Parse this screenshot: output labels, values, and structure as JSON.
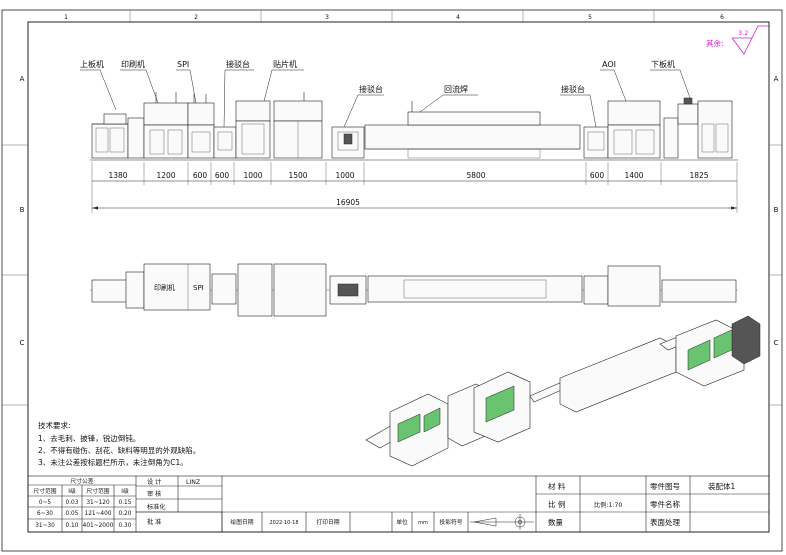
{
  "border": {
    "col_numbers": [
      "1",
      "2",
      "3",
      "4",
      "5",
      "6"
    ],
    "row_letters": [
      "A",
      "B",
      "C"
    ]
  },
  "roughness": {
    "label": "其余:",
    "value": "3.2"
  },
  "machine_labels": [
    "上板机",
    "印刷机",
    "SPI",
    "接驳台",
    "贴片机",
    "接驳台",
    "回流焊",
    "接驳台",
    "AOI",
    "下板机"
  ],
  "plan_labels": {
    "printer": "印刷机",
    "spi": "SPI"
  },
  "dimensions": {
    "segments": [
      "1380",
      "1200",
      "600",
      "600",
      "1000",
      "1500",
      "1000",
      "5800",
      "600",
      "1400",
      "1825"
    ],
    "total": "16905"
  },
  "tech_requirements": {
    "title": "技术要求:",
    "items": [
      "1、去毛刺、披锋，锐边倒钝。",
      "2、不得有碰伤、刮花、缺料等明显的外观缺陷。",
      "3、未注公差按标题栏所示，未注倒角为C1。"
    ]
  },
  "tolerance_table": {
    "title": "尺寸公差",
    "headers": [
      "尺寸范围",
      "Ⅰ级",
      "尺寸范围",
      "Ⅰ级"
    ],
    "rows": [
      [
        "0~5",
        "0.03",
        "31~120",
        "0.15"
      ],
      [
        "6~30",
        "0.05",
        "121~400",
        "0.20"
      ],
      [
        "31~30",
        "0.10",
        "401~2000",
        "0.30"
      ]
    ]
  },
  "signoff": {
    "rows": [
      "设 计",
      "审 核",
      "标准化",
      "批 准"
    ],
    "designer": "LINZ"
  },
  "bottom_row": {
    "draw_date_label": "绘图日期",
    "draw_date": "2022-10-18",
    "print_date_label": "打印日期",
    "unit_label": "单位",
    "unit": "mm",
    "projection_label": "投影符号"
  },
  "title_block": {
    "material_label": "材 料",
    "scale_label": "比 例",
    "scale_value": "比例:1:70",
    "quantity_label": "数量",
    "part_no_label": "零件图号",
    "part_name_label": "零件名称",
    "surface_label": "表面处理",
    "drawing_name": "装配体1"
  }
}
